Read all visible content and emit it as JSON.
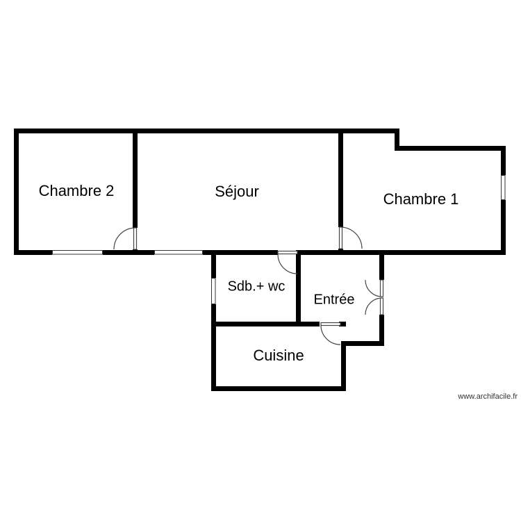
{
  "plan": {
    "rooms": {
      "chambre2": {
        "label": "Chambre 2"
      },
      "sejour": {
        "label": "Séjour"
      },
      "chambre1": {
        "label": "Chambre 1"
      },
      "sdb": {
        "label": "Sdb.+ wc"
      },
      "entree": {
        "label": "Entrée"
      },
      "cuisine": {
        "label": "Cuisine"
      }
    },
    "features": {
      "doors": [
        "chambre2-door",
        "chambre1-door",
        "sdb-door",
        "entree-double-door",
        "cuisine-door"
      ],
      "windows": [
        "chambre2-window",
        "sejour-window",
        "chambre1-window",
        "sdb-window"
      ]
    },
    "colors": {
      "wall": "#000000",
      "door_arc": "#444444",
      "background": "#ffffff"
    },
    "watermark": "www.archifacile.fr"
  }
}
